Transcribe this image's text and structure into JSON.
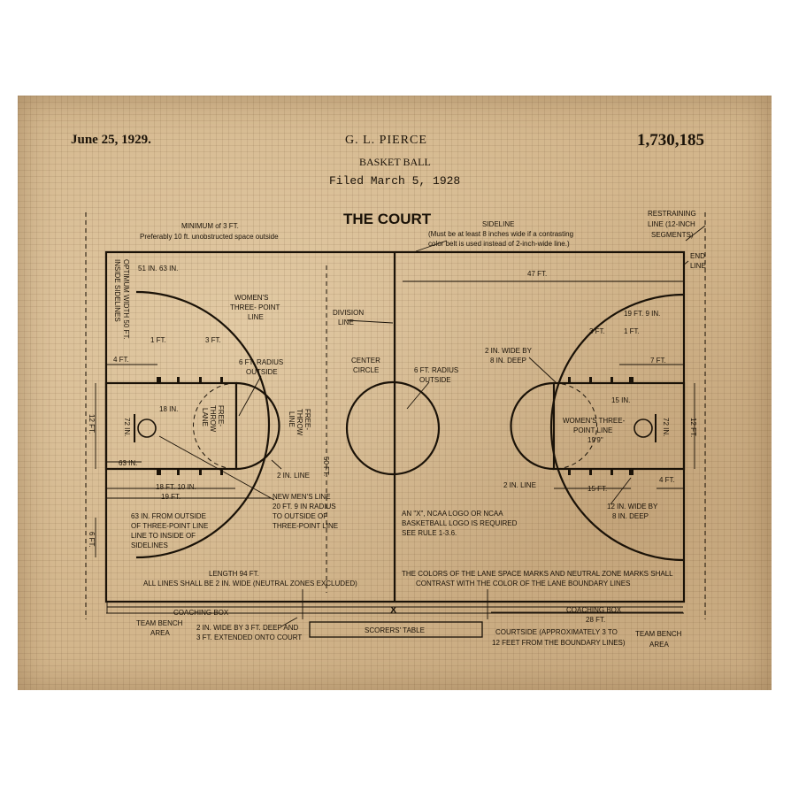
{
  "header": {
    "date": "June 25, 1929.",
    "inventor": "G. L. PIERCE",
    "subject": "BASKET BALL",
    "filed": "Filed March 5, 1928",
    "patent_number": "1,730,185"
  },
  "title": "THE COURT",
  "labels": {
    "min3ft_1": "MINIMUM of 3 FT.",
    "min3ft_2": "Preferably 10 ft. unobstructed space outside",
    "sideline_1": "SIDELINE",
    "sideline_2": "(Must be at least 8 inches wide if a contrasting",
    "sideline_3": "color belt is used instead of 2-inch-wide line.)",
    "restraining_1": "RESTRAINING",
    "restraining_2": "LINE (12-INCH",
    "restraining_3": "SEGMENTS)",
    "endline_1": "END",
    "endline_2": "LINE",
    "optimum_1": "OPTIMUM WIDTH 50 FT.",
    "optimum_2": "INSIDE SIDELINES",
    "in51": "51 IN.",
    "in63top": "63 IN.",
    "womens_l1": "WOMEN'S",
    "womens_l2": "THREE- POINT",
    "womens_l3": "LINE",
    "division_1": "DIVISION",
    "division_2": "LINE",
    "ft47": "47 FT.",
    "ft19_9": "19 FT. 9 IN.",
    "ft1_l": "1 FT.",
    "ft3_l": "3 FT.",
    "ft4_l": "4 FT.",
    "radius6_l1": "6 FT. RADIUS",
    "radius6_l2": "OUTSIDE",
    "center_1": "CENTER",
    "center_2": "CIRCLE",
    "radius6_c1": "6 FT. RADIUS",
    "radius6_c2": "OUTSIDE",
    "wide2in_1": "2 IN. WIDE BY",
    "wide2in_2": "8 IN. DEEP",
    "ft3_r": "3 FT.",
    "ft1_r": "1 FT.",
    "ft7_r": "7 FT.",
    "ft12_l": "12 FT.",
    "ft12_r": "12 FT.",
    "in18": "18 IN.",
    "in72_l": "72 IN.",
    "in72_r": "72 IN.",
    "freethrow_lane_1": "FREE-",
    "freethrow_lane_2": "THROW",
    "freethrow_lane_3": "LANE",
    "freethrow_line_1": "FREE-",
    "freethrow_line_2": "THROW",
    "freethrow_line_3": "LINE",
    "ft50": "50 FT.",
    "in15": "15 IN.",
    "womens_r1": "WOMEN'S THREE-",
    "womens_r2": "POINT LINE",
    "womens_r3": "19'9\"",
    "in63_bottom": "63 IN.",
    "in2line_l": "2 IN. LINE",
    "in2line_r": "2 IN. LINE",
    "ft18_10": "18 FT. 10 IN.",
    "ft19": "19 FT.",
    "ft15_r": "15 FT.",
    "ft4_r": "4 FT.",
    "newmens_1": "NEW MEN'S LINE",
    "newmens_2": "20 FT. 9 IN RADIUS",
    "newmens_3": "TO OUTSIDE OF",
    "newmens_4": "THREE-POINT LINE",
    "in12wide_1": "12 IN. WIDE BY",
    "in12wide_2": "8 IN. DEEP",
    "in63from_1": "63 IN. FROM OUTSIDE",
    "in63from_2": "OF THREE-POINT LINE",
    "in63from_3": "LINE TO INSIDE OF",
    "in63from_4": "SIDELINES",
    "ncaa_1": "AN \"X\", NCAA LOGO OR NCAA",
    "ncaa_2": "BASKETBALL LOGO IS REQUIRED",
    "ncaa_3": "SEE RULE 1-3.6.",
    "ft6": "6 FT.",
    "length_1": "LENGTH 94 FT.",
    "length_2": "ALL LINES SHALL BE 2 IN. WIDE (NEUTRAL ZONES EXCLUDED)",
    "colors_1": "THE COLORS OF THE LANE SPACE MARKS AND NEUTRAL ZONE MARKS SHALL",
    "colors_2": "CONTRAST WITH THE COLOR OF THE LANE BOUNDARY LINES",
    "x_mark": "X",
    "coachbox_l": "COACHING BOX",
    "coachbox_r": "COACHING BOX",
    "ft28": "28 FT.",
    "teambench_l1": "TEAM BENCH",
    "teambench_l2": "AREA",
    "teambench_r1": "TEAM BENCH",
    "teambench_r2": "AREA",
    "wide2_3ft_1": "2 IN. WIDE BY 3 FT. DEEP AND",
    "wide2_3ft_2": "3 FT. EXTENDED ONTO COURT",
    "scorers": "SCORERS' TABLE",
    "courtside_1": "COURTSIDE (APPROXIMATELY 3 TO",
    "courtside_2": "12 FEET FROM THE BOUNDARY LINES)"
  },
  "colors": {
    "paper": "#d3b68c",
    "ink": "#1a1208"
  }
}
